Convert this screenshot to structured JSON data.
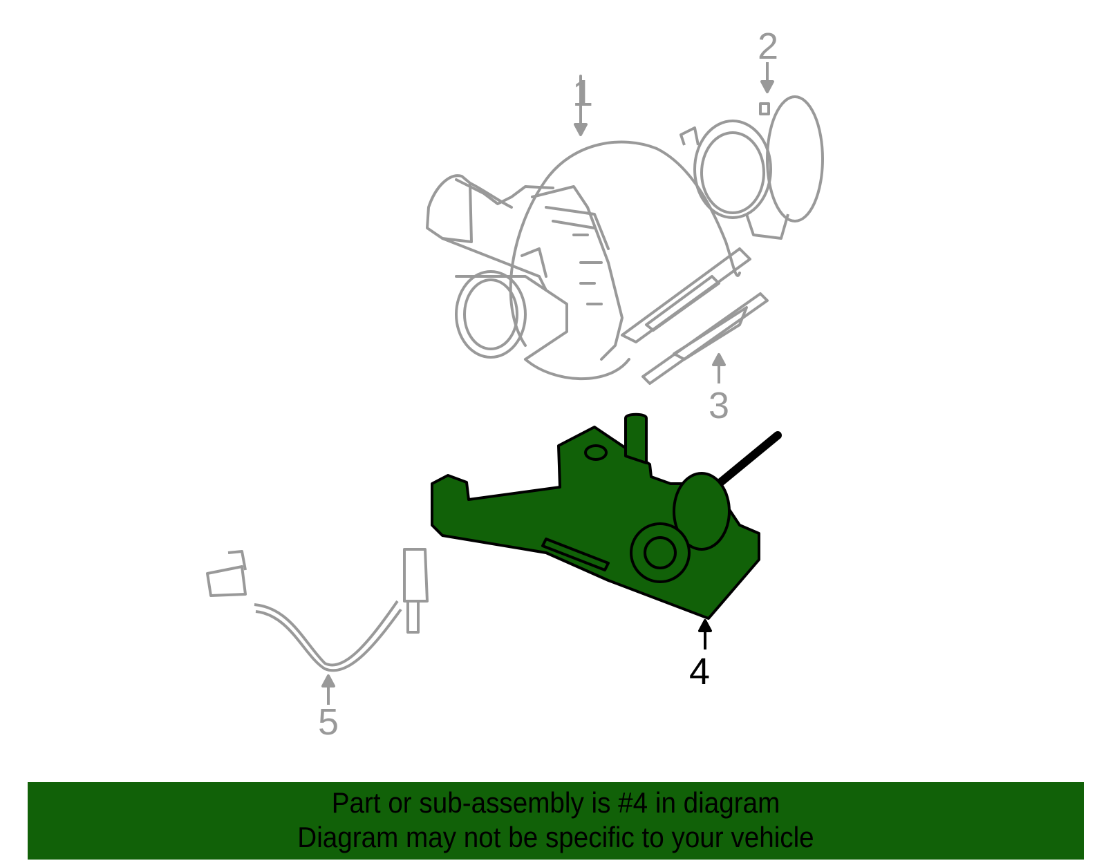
{
  "diagram": {
    "callouts": [
      {
        "number": "1",
        "part": "turbocharger",
        "highlighted": false
      },
      {
        "number": "2",
        "part": "outlet-elbow",
        "highlighted": false
      },
      {
        "number": "3",
        "part": "gasket",
        "highlighted": false
      },
      {
        "number": "4",
        "part": "mounting-bracket-with-actuator",
        "highlighted": true
      },
      {
        "number": "5",
        "part": "sensor-harness",
        "highlighted": false
      }
    ],
    "colors": {
      "inactive_line": "#999999",
      "highlight_fill": "#116108",
      "highlight_line": "#000000"
    }
  },
  "banner": {
    "line1": "Part or sub-assembly is #4 in diagram",
    "line2": "Diagram may not be specific to your vehicle",
    "background": "#116108"
  }
}
